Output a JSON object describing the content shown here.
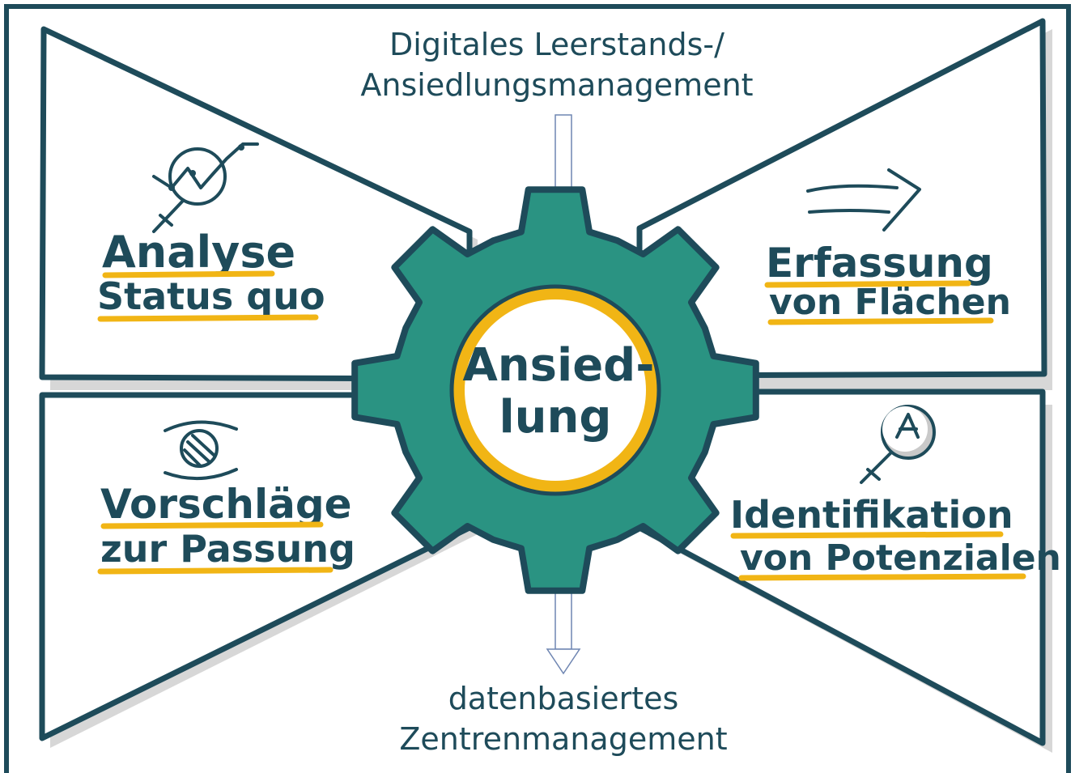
{
  "top_label": {
    "line1": "Digitales Leerstands-/",
    "line2": "Ansiedlungsmanagement"
  },
  "bottom_label": {
    "line1": "datenbasiertes",
    "line2": "Zentrenmanagement"
  },
  "center": {
    "line1": "Ansied-",
    "line2": "lung"
  },
  "panels": {
    "top_left": {
      "line1": "Analyse",
      "line2": "Status quo",
      "icon": "magnifier-chart-icon"
    },
    "top_right": {
      "line1": "Erfassung",
      "line2": "von Flächen",
      "icon": "arrow-right-icon"
    },
    "bottom_left": {
      "line1": "Vorschläge",
      "line2": "zur Passung",
      "icon": "match-circles-icon"
    },
    "bottom_right": {
      "line1": "Identifikation",
      "line2": "von Potenzialen",
      "icon": "magnifier-star-icon"
    }
  },
  "colors": {
    "frame": "#1e4b5a",
    "gear": "#2a9382",
    "accent": "#f1b515",
    "arrow": "#6f86b2"
  }
}
